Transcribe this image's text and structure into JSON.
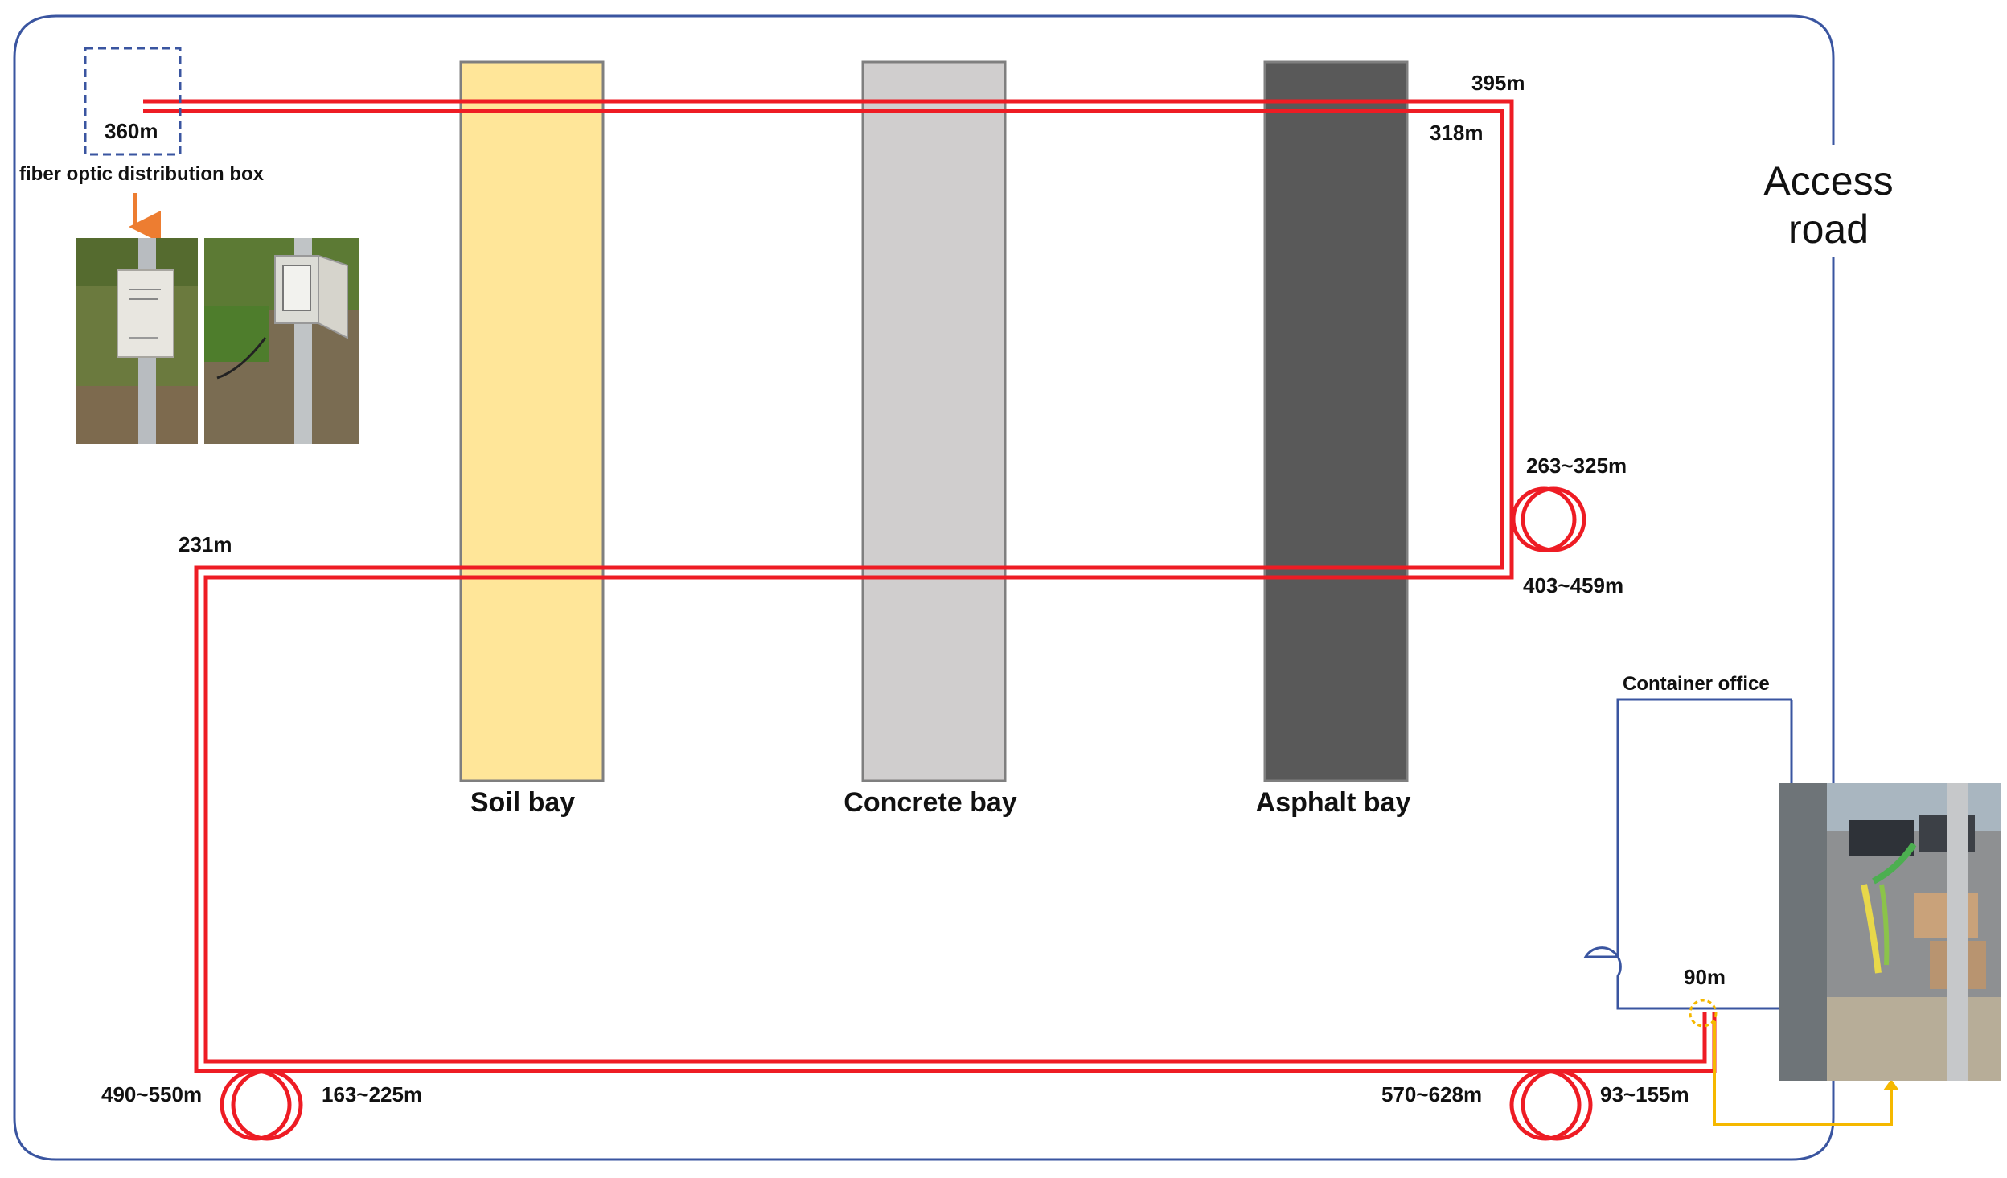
{
  "labels": {
    "box_label": "fiber optic distribution box",
    "access_road": [
      "Access",
      "road"
    ],
    "container_office": "Container office",
    "bays": [
      "Soil bay",
      "Concrete bay",
      "Asphalt bay"
    ]
  },
  "distances": {
    "d360": "360m",
    "d395": "395m",
    "d318": "318m",
    "d263": "263~325m",
    "d403": "403~459m",
    "d231": "231m",
    "d90": "90m",
    "d490": "490~550m",
    "d163": "163~225m",
    "d570": "570~628m",
    "d93": "93~155m"
  },
  "colors": {
    "fiber": "#ee1c24",
    "road": "#3a55a0",
    "yellow_line": "#f5b800",
    "arrow": "#ed7d31",
    "soil_bay": "#ffe699",
    "concrete_bay": "#d0cece",
    "asphalt_bay": "#595959"
  },
  "photos": [
    "distribution-box-closed-photo",
    "distribution-box-open-photo",
    "container-office-cable-photo"
  ]
}
